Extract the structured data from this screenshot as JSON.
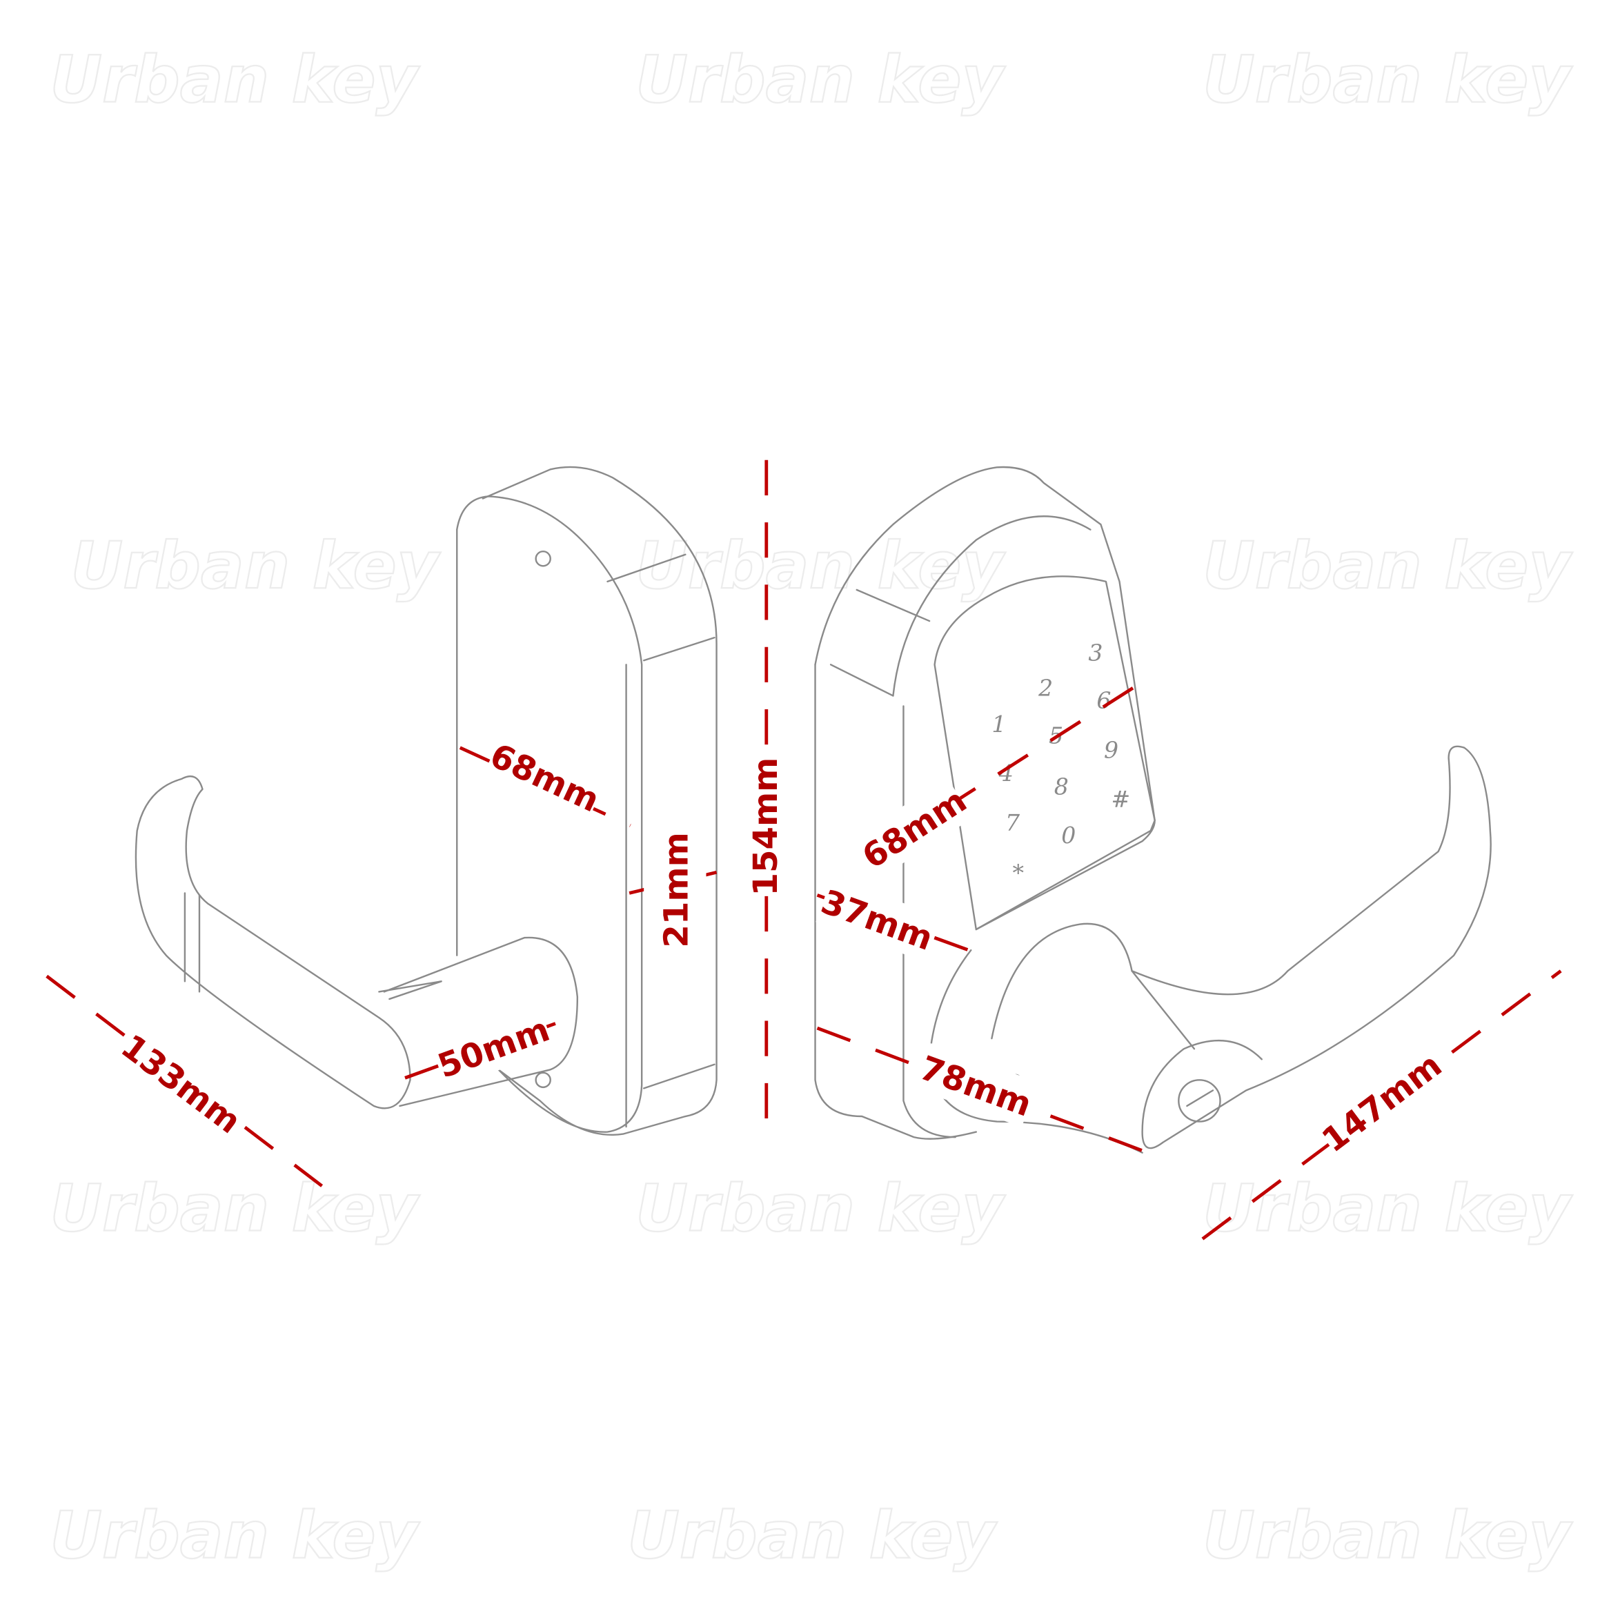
{
  "watermark": "Urban key",
  "colors": {
    "dimension": "#c00000",
    "outline": "#8a8a8a"
  },
  "left_lock": {
    "dimensions": {
      "plate_width": "68mm",
      "depth": "21mm",
      "handle_neck": "50mm",
      "handle_length": "133mm"
    }
  },
  "center": {
    "height": "154mm"
  },
  "right_lock": {
    "keypad_keys": [
      "1",
      "2",
      "3",
      "4",
      "5",
      "6",
      "7",
      "8",
      "9",
      "*",
      "0",
      "#"
    ],
    "dimensions": {
      "keypad_width": "68mm",
      "base_depth": "37mm",
      "knob_depth": "78mm",
      "handle_length": "147mm"
    }
  }
}
